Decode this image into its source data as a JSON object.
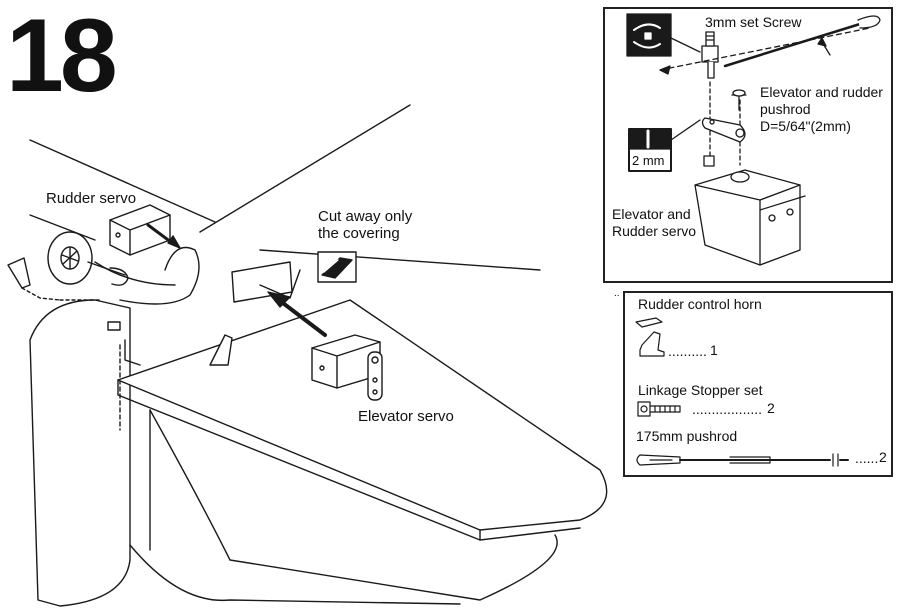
{
  "step": {
    "number": "18"
  },
  "main_labels": {
    "rudder_servo": "Rudder servo",
    "cut_away_line1": "Cut away only",
    "cut_away_line2": "the covering",
    "elevator_servo": "Elevator servo"
  },
  "detail_panel": {
    "set_screw": "3mm set Screw",
    "pushrod_line1": "Elevator and rudder",
    "pushrod_line2": "pushrod",
    "pushrod_line3": "D=5/64\"(2mm)",
    "drill_size": "2 mm",
    "servo_line1": "Elevator and",
    "servo_line2": "Rudder servo"
  },
  "parts_list": {
    "marker": "..",
    "items": [
      {
        "name": "Rudder control horn",
        "dots": "..........",
        "qty": "1"
      },
      {
        "name": "Linkage Stopper set",
        "dots": "..................",
        "qty": "2"
      },
      {
        "name": "175mm pushrod",
        "dots": "......",
        "qty": "2"
      }
    ]
  },
  "colors": {
    "ink": "#1a1a1a",
    "panel_border": "#222222",
    "background": "#ffffff",
    "shadow": "#cfcfcf"
  }
}
